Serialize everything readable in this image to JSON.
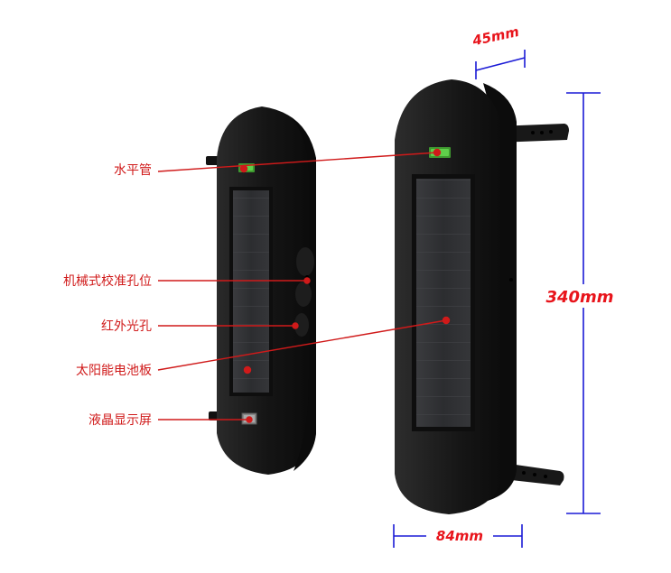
{
  "labels": {
    "level_tube": "水平管",
    "calibration_hole": "机械式校准孔位",
    "ir_window": "红外光孔",
    "solar_panel": "太阳能电池板",
    "lcd_screen": "液晶显示屏"
  },
  "dimensions": {
    "depth": "45mm",
    "height": "340mm",
    "width": "84mm"
  },
  "colors": {
    "callout": "#d01a1a",
    "dimension_line": "#1a1ad6",
    "dimension_text": "#e8141b",
    "housing": "#1c1c1c",
    "solar": "#2f3033",
    "level": "#4fc43a"
  }
}
